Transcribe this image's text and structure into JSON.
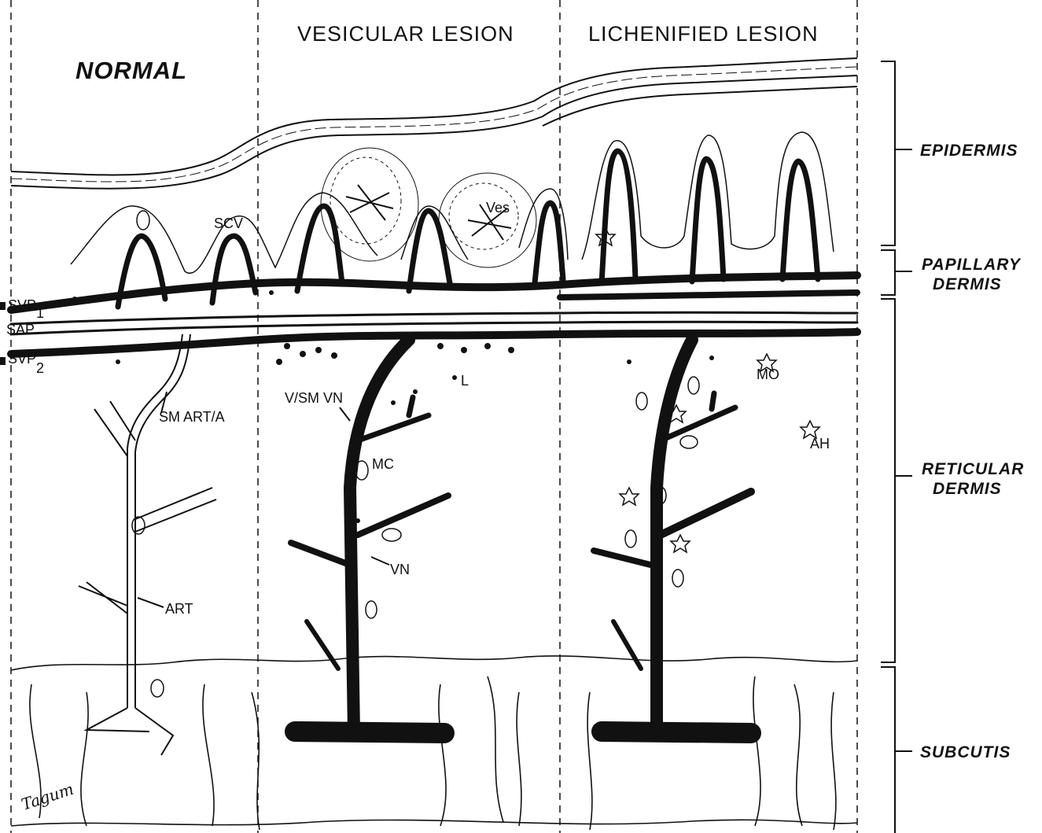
{
  "sections": {
    "normal": "NORMAL",
    "vesicular": "VESICULAR LESION",
    "lichenified": "LICHENIFIED LESION"
  },
  "layers": {
    "epidermis": "EPIDERMIS",
    "papillary_1": "PAPILLARY",
    "papillary_2": "DERMIS",
    "reticular_1": "RETICULAR",
    "reticular_2": "DERMIS",
    "subcutis": "SUBCUTIS"
  },
  "labels": {
    "svp1": "SVP",
    "svp1_sub": "1",
    "sap": "SAP",
    "svp2": "SVP",
    "svp2_sub": "2",
    "scv": "SCV",
    "ves": "Ves",
    "sm_art": "SM ART/A",
    "art": "ART",
    "vsm_vn": "V/SM VN",
    "mc": "MC",
    "vn": "VN",
    "l": "L",
    "mo": "MO",
    "ah": "AH"
  },
  "signature": "Tagum",
  "colors": {
    "ink": "#111111",
    "paper": "#ffffff"
  }
}
